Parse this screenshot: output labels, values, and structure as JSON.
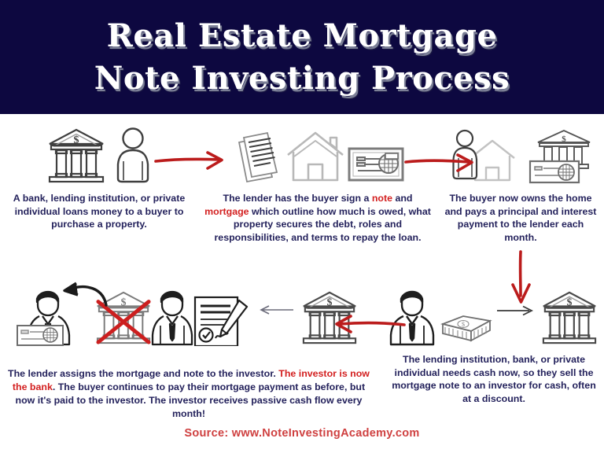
{
  "banner": {
    "title_line1": "Real Estate Mortgage",
    "title_line2": "Note Investing Process",
    "bg_color": "#0d0840",
    "text_color": "#ffffff"
  },
  "colors": {
    "navy_text": "#24225c",
    "red_accent": "#d32020",
    "footer_red": "#cf4040",
    "icon_outline": "#3a3a3a",
    "icon_gray": "#b3b3b3"
  },
  "steps": [
    {
      "id": "step-1-loan-origination",
      "icons": [
        "bank-icon",
        "person-icon"
      ],
      "caption_parts": [
        {
          "text": "A bank, lending institution, or private individual loans money to a buyer to purchase a property.",
          "style": "normal"
        }
      ],
      "caption_plain": "A bank, lending institution, or private individual loans money to a buyer to purchase a property."
    },
    {
      "id": "step-2-note-and-mortgage",
      "icons": [
        "documents-icon",
        "house-icon",
        "check-icon"
      ],
      "caption_parts": [
        {
          "text": "The lender has the buyer sign a ",
          "style": "normal"
        },
        {
          "text": "note",
          "style": "highlight"
        },
        {
          "text": " and ",
          "style": "normal"
        },
        {
          "text": "mortgage",
          "style": "highlight"
        },
        {
          "text": " which outline how much is owed, what property secures the debt, roles and responsibilities, and terms to repay the loan.",
          "style": "normal"
        }
      ],
      "caption_plain": "The lender has the buyer sign a note and mortgage which outline how much is owed, what property secures the debt, roles and responsibilities, and terms to repay the loan."
    },
    {
      "id": "step-3-buyer-owns-home",
      "icons": [
        "person-with-house-icon",
        "bank-with-check-icon"
      ],
      "caption_parts": [
        {
          "text": "The buyer now owns the home and pays a principal and interest payment to the lender each month.",
          "style": "normal"
        }
      ],
      "caption_plain": "The buyer now owns the home and pays a principal and interest payment to the lender each month."
    },
    {
      "id": "step-4-lender-sells-note",
      "icons": [
        "businessman-icon",
        "cash-stack-icon",
        "bank-icon"
      ],
      "caption_parts": [
        {
          "text": "The lending institution, bank, or private individual needs cash now, so they sell the mortgage note to an investor for cash, often at a discount.",
          "style": "normal"
        }
      ],
      "caption_plain": "The lending institution, bank, or private individual needs cash now, so they sell the mortgage note to an investor for cash, often at a discount."
    },
    {
      "id": "step-5-assignment",
      "icons": [
        "businessman-signing-contract-icon",
        "bank-icon"
      ],
      "caption_parts": [],
      "caption_plain": ""
    },
    {
      "id": "step-6-investor-is-bank",
      "icons": [
        "businessman-with-check-icon",
        "bank-crossed-out-icon"
      ],
      "caption_parts": [
        {
          "text": "The lender assigns the mortgage and note to the investor. ",
          "style": "normal"
        },
        {
          "text": "The investor is now the bank",
          "style": "highlight"
        },
        {
          "text": ". The buyer continues to pay their mortgage payment as before, but now it's paid to the investor. The investor receives passive cash flow every month!",
          "style": "normal"
        }
      ],
      "caption_plain": "The lender assigns the mortgage and note to the investor. The investor is now the bank. The buyer continues to pay their mortgage payment as before, but now it's paid to the investor. The investor receives passive cash flow every month!"
    }
  ],
  "arrows": [
    {
      "id": "arrow-step1-to-step2",
      "direction": "right",
      "color": "#bb1c1c"
    },
    {
      "id": "arrow-step2-to-step3",
      "direction": "right",
      "color": "#bb1c1c"
    },
    {
      "id": "arrow-step3-to-step4",
      "direction": "down",
      "color": "#bb1c1c"
    },
    {
      "id": "arrow-step4-to-step5",
      "direction": "left",
      "color": "#bb1c1c"
    },
    {
      "id": "arrow-cash-to-bank",
      "direction": "right",
      "color": "#3a3a3a"
    },
    {
      "id": "arrow-bank-to-investor",
      "direction": "left",
      "color": "#6b6b7a"
    },
    {
      "id": "arrow-bank-to-person-curved",
      "direction": "curve-left",
      "color": "#1a1a1a"
    }
  ],
  "footer": {
    "source_text": "Source: www.NoteInvestingAcademy.com"
  }
}
